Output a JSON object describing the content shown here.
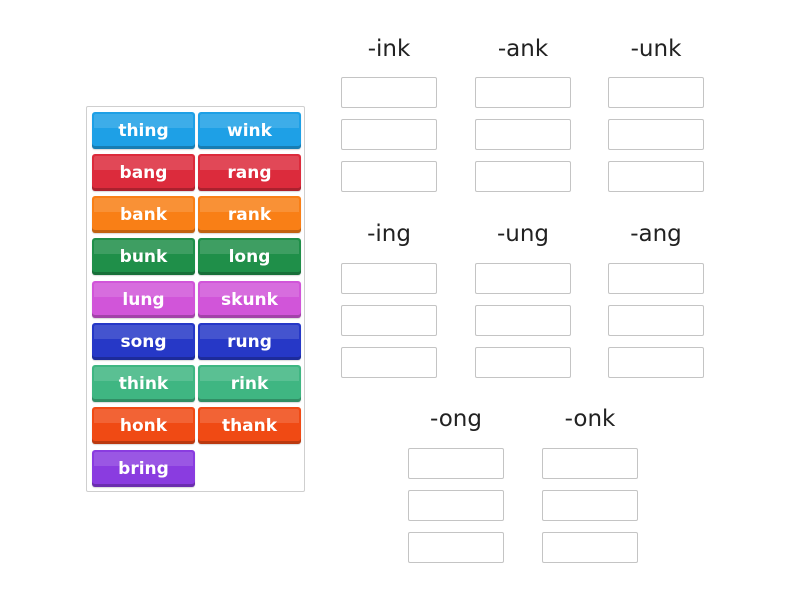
{
  "word_bank": {
    "tiles": [
      {
        "label": "thing",
        "color": "#1ea0e6"
      },
      {
        "label": "wink",
        "color": "#1ea0e6"
      },
      {
        "label": "bang",
        "color": "#dc2b3c"
      },
      {
        "label": "rang",
        "color": "#dc2b3c"
      },
      {
        "label": "bank",
        "color": "#f97f16"
      },
      {
        "label": "rank",
        "color": "#f97f16"
      },
      {
        "label": "bunk",
        "color": "#1f8f49"
      },
      {
        "label": "long",
        "color": "#1f8f49"
      },
      {
        "label": "lung",
        "color": "#d155d9"
      },
      {
        "label": "skunk",
        "color": "#d155d9"
      },
      {
        "label": "song",
        "color": "#2638c7"
      },
      {
        "label": "rung",
        "color": "#2638c7"
      },
      {
        "label": "think",
        "color": "#3fb682"
      },
      {
        "label": "rink",
        "color": "#3fb682"
      },
      {
        "label": "honk",
        "color": "#f04a14"
      },
      {
        "label": "thank",
        "color": "#f04a14"
      },
      {
        "label": "bring",
        "color": "#8a3ce0"
      }
    ]
  },
  "groups": [
    {
      "label": "-ink"
    },
    {
      "label": "-ank"
    },
    {
      "label": "-unk"
    },
    {
      "label": "-ing"
    },
    {
      "label": "-ung"
    },
    {
      "label": "-ang"
    },
    {
      "label": "-ong"
    },
    {
      "label": "-onk"
    }
  ]
}
